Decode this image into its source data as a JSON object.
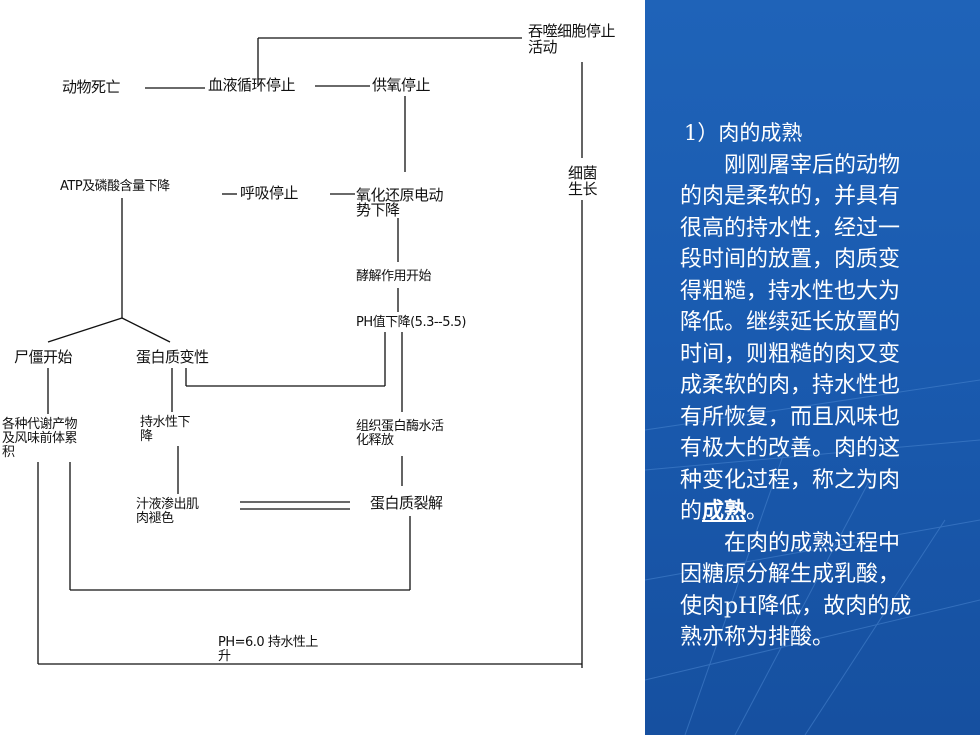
{
  "diagram": {
    "nodes": {
      "phago_stop_1": "吞噬细胞停止",
      "phago_stop_2": "活动",
      "animal_death": "动物死亡",
      "blood_circ_stop": "血液循环停止",
      "oxygen_stop": "供氧停止",
      "bacteria_1": "细菌",
      "bacteria_2": "生长",
      "atp_decline": "ATP及磷酸含量下降",
      "resp_stop": "呼吸停止",
      "redox_1": "氧化还原电动",
      "redox_2": "势下降",
      "glycolysis": "酵解作用开始",
      "ph_drop": "PH值下降(5.3--5.5)",
      "rigor_start": "尸僵开始",
      "protein_denat": "蛋白质变性",
      "metabolites_1": "各种代谢产物",
      "metabolites_2": "及风味前体累",
      "metabolites_3": "积",
      "wh_drop_1": "持水性下",
      "wh_drop_2": "降",
      "enzyme_1": "组织蛋白酶水活",
      "enzyme_2": "化释放",
      "juice_1": "汁液渗出肌",
      "juice_2": "肉褪色",
      "protein_decomp": "蛋白质裂解",
      "ph_rise_1": "PH=6.0 持水性上",
      "ph_rise_2": "升"
    }
  },
  "panel": {
    "heading": "1）肉的成熟",
    "para1_lines": [
      "刚刚屠宰后的动物",
      "的肉是柔软的，并具有",
      "很高的持水性，经过一",
      "段时间的放置，肉质变",
      "得粗糙，持水性也大为",
      "降低。继续延长放置的",
      "时间，则粗糙的肉又变",
      "成柔软的肉，持水性也",
      "有所恢复，而且风味也",
      "有极大的改善。肉的这",
      "种变化过程，称之为肉"
    ],
    "para1_last_prefix": "的",
    "term": "成熟",
    "para1_last_suffix": "。",
    "para2_lines": [
      "在肉的成熟过程中",
      "因糖原分解生成乳酸，",
      "使肉pH降低，故肉的成",
      "熟亦称为排酸。"
    ]
  }
}
